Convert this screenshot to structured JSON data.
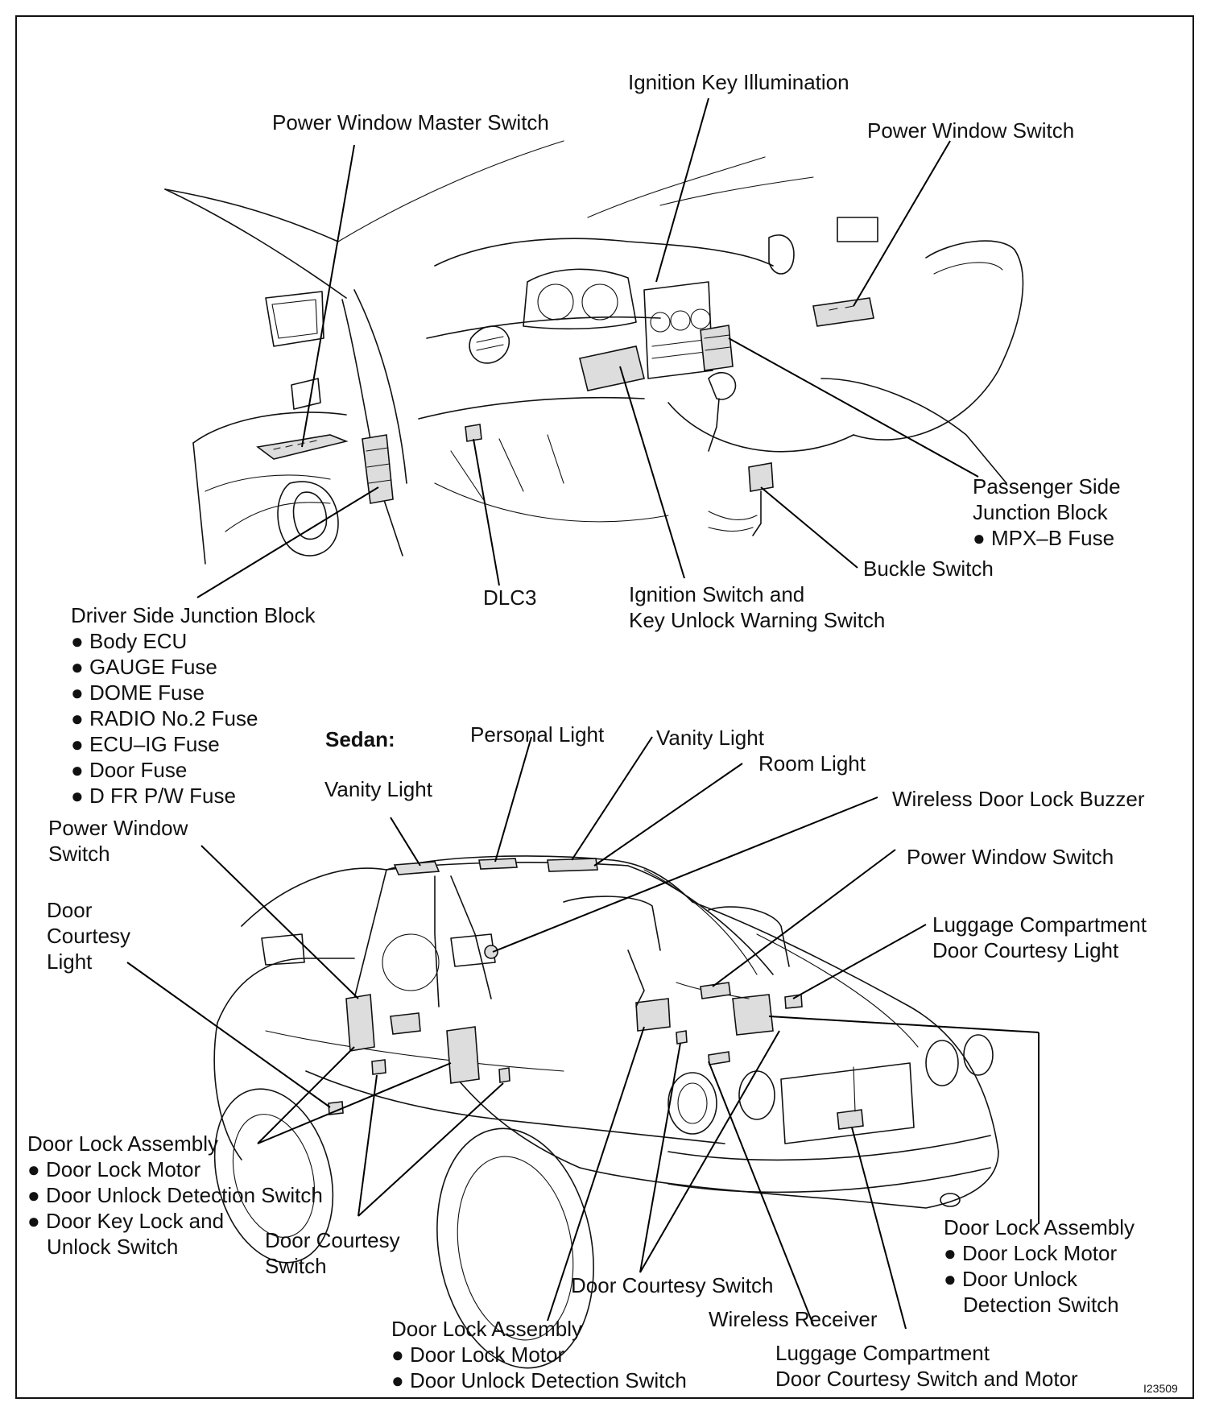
{
  "top_labels": {
    "ignition_key_illumination": "Ignition Key Illumination",
    "power_window_master_switch": "Power Window Master Switch",
    "power_window_switch": "Power Window Switch",
    "passenger_jb": {
      "line1": "Passenger Side",
      "line2": "Junction Block",
      "item": "MPX–B Fuse"
    },
    "buckle_switch": "Buckle Switch",
    "dlc3": "DLC3",
    "ignition_switch": {
      "line1": "Ignition Switch and",
      "line2": "Key Unlock Warning Switch"
    },
    "driver_jb": {
      "title": "Driver Side Junction Block",
      "items": [
        "Body ECU",
        "GAUGE Fuse",
        "DOME Fuse",
        "RADIO No.2 Fuse",
        "ECU–IG Fuse",
        "Door Fuse",
        "D FR P/W Fuse"
      ]
    }
  },
  "bottom_labels": {
    "sedan": "Sedan:",
    "personal_light": "Personal Light",
    "vanity_light_right": "Vanity Light",
    "room_light": "Room Light",
    "vanity_light_left": "Vanity Light",
    "wireless_buzzer": "Wireless Door Lock Buzzer",
    "power_window_switch_left": {
      "line1": "Power Window",
      "line2": "Switch"
    },
    "power_window_switch_right": "Power Window Switch",
    "door_courtesy_light": {
      "line1": "Door",
      "line2": "Courtesy",
      "line3": "Light"
    },
    "luggage_light": {
      "line1": "Luggage Compartment",
      "line2": "Door Courtesy Light"
    },
    "door_lock_left": {
      "title": "Door Lock Assembly",
      "items": [
        "Door Lock Motor",
        "Door Unlock Detection Switch",
        "Door Key Lock and"
      ],
      "cont": "Unlock Switch"
    },
    "door_courtesy_switch_left": {
      "line1": "Door Courtesy",
      "line2": "Switch"
    },
    "door_lock_right": {
      "title": "Door Lock Assembly",
      "item1": "Door Lock Motor",
      "item2": "Door Unlock",
      "cont": "Detection Switch"
    },
    "door_courtesy_switch_center": "Door Courtesy Switch",
    "wireless_receiver": "Wireless Receiver",
    "door_lock_center": {
      "title": "Door Lock Assembly",
      "items": [
        "Door Lock Motor",
        "Door Unlock Detection Switch"
      ]
    },
    "luggage_switch": {
      "line1": "Luggage Compartment",
      "line2": "Door Courtesy Switch and Motor"
    }
  },
  "figure_code": "I23509"
}
